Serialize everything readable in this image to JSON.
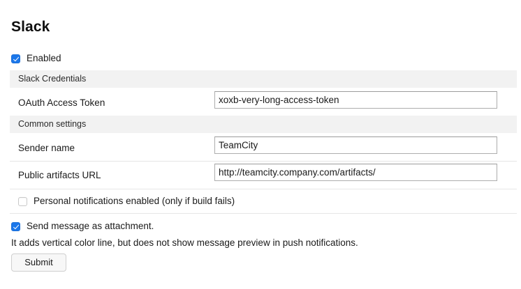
{
  "page": {
    "title": "Slack"
  },
  "enabled": {
    "label": "Enabled",
    "checked": true,
    "checkbox_icon": "checkbox-checked-icon"
  },
  "sections": [
    {
      "band_label": "Slack Credentials",
      "fields": [
        {
          "label": "OAuth Access Token",
          "value": "xoxb-very-long-access-token",
          "placeholder": ""
        }
      ]
    },
    {
      "band_label": "Common settings",
      "fields": [
        {
          "label": "Sender name",
          "value": "TeamCity",
          "placeholder": ""
        },
        {
          "label": "Public artifacts URL",
          "value": "http://teamcity.company.com/artifacts/",
          "placeholder": ""
        }
      ]
    }
  ],
  "personal_notifications": {
    "label": "Personal notifications enabled (only if build fails)",
    "checked": false,
    "checkbox_icon": "checkbox-unchecked-icon"
  },
  "attachment": {
    "label": "Send message as attachment.",
    "checked": true,
    "checkbox_icon": "checkbox-checked-icon",
    "note": "It adds vertical color line, but does not show message preview in push notifications."
  },
  "submit": {
    "label": "Submit"
  },
  "colors": {
    "accent": "#1b77ea",
    "band_background": "#f2f2f2",
    "divider": "#e6e6e6",
    "input_border": "#adadad",
    "text": "#1a1a1a",
    "button_background": "#f7f7f7"
  }
}
